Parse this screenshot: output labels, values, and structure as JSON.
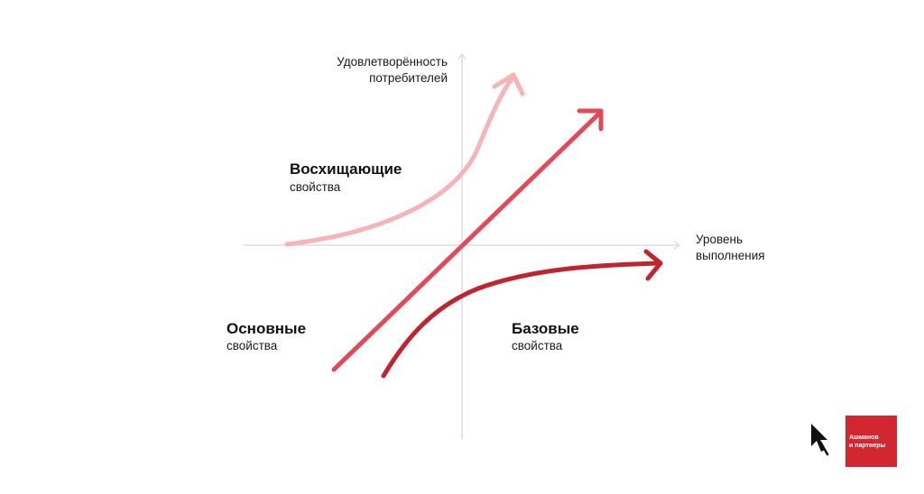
{
  "axes": {
    "y_label_line1": "Удовлетворённость",
    "y_label_line2": "потребителей",
    "x_label_line1": "Уровень",
    "x_label_line2": "выполнения"
  },
  "quadrants": {
    "delight": {
      "title": "Восхищающие",
      "subtitle": "свойства"
    },
    "performance": {
      "title": "Основные",
      "subtitle": "свойства"
    },
    "basic": {
      "title": "Базовые",
      "subtitle": "свойства"
    }
  },
  "curves": {
    "delight_color": "#f7b3b5",
    "performance_color": "#e24a58",
    "basic_color": "#c0242f",
    "axis_color": "#dddddd"
  },
  "brand": {
    "line1": "Ашманов",
    "line2": "и партнеры",
    "color": "#d22630",
    "icon": "arrow-cursor-logo-icon"
  }
}
